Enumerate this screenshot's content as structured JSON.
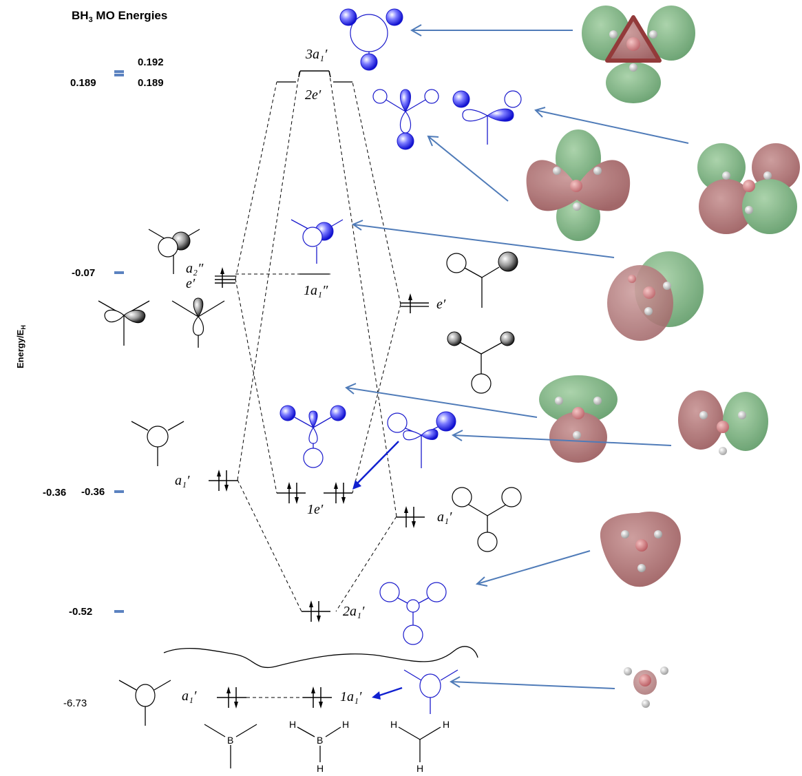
{
  "title": {
    "main": "BH",
    "sub": "3",
    "rest": " MO Energies"
  },
  "y_axis_label": "Energy/E",
  "y_axis_label_sub": "H",
  "energy_table": [
    {
      "label": "0.192"
    },
    {
      "label": "0.189"
    },
    {
      "label": "0.189"
    },
    {
      "label": "-0.07"
    },
    {
      "label": "-0.36"
    },
    {
      "label": "-0.36"
    },
    {
      "label": "-0.52"
    },
    {
      "label": "-6.73"
    }
  ],
  "boron_levels": {
    "a2pp": "a₂″",
    "e_prime": "e′",
    "a1_prime_valence": "a₁′",
    "a1_prime_core": "a₁′"
  },
  "bh3_levels": {
    "3a1p": "3a₁′",
    "2ep": "2e′",
    "1a1pp": "1a₁″",
    "1ep": "1e′",
    "2a1p": "2a₁′",
    "1a1p": "1a₁′"
  },
  "h3_levels": {
    "e_prime": "e′",
    "a1_prime": "a₁′"
  },
  "fragments": {
    "boron": {
      "center": "B"
    },
    "bh3": {
      "center": "B",
      "h1": "H",
      "h2": "H",
      "h3": "H"
    },
    "h3": {
      "h1": "H",
      "h2": "H",
      "h3": "H"
    }
  },
  "colors": {
    "marker": "#5b82c0",
    "arrow": "#4f7bb8",
    "mo_blue": "#1a1acc",
    "lobe_green": "#6aa56f",
    "lobe_red": "#a55a5c"
  }
}
